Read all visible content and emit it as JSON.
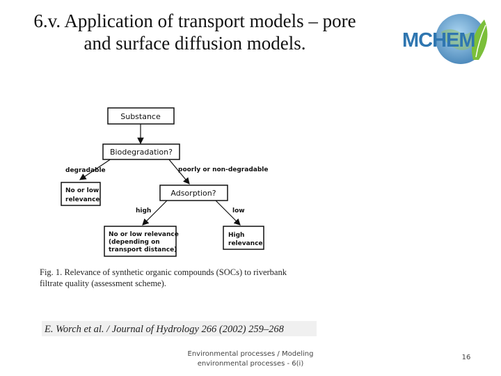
{
  "slide": {
    "title": "6.v. Application of transport models – pore and surface diffusion models.",
    "logo_text": "MCHEM",
    "footer": "Environmental processes / Modeling environmental processes - 6(i)",
    "page_number": "16"
  },
  "figure": {
    "nodes": {
      "substance": "Substance",
      "biodegradation": "Biodegradation?",
      "no_low_relevance_1": [
        "No or low",
        "relevance"
      ],
      "adsorption": "Adsorption?",
      "no_low_relevance_2": [
        "No or low relevance",
        "(depending on",
        "transport distance)"
      ],
      "high_relevance": [
        "High",
        "relevance"
      ]
    },
    "edge_labels": {
      "degradable": "degradable",
      "poorly": "poorly or non-degradable",
      "high": "high",
      "low": "low"
    },
    "caption": "Fig. 1. Relevance of synthetic organic compounds (SOCs) to riverbank filtrate quality (assessment scheme).",
    "citation": "E. Worch et al. / Journal of Hydrology 266 (2002) 259–268"
  },
  "colors": {
    "logo_blue": "#2f76b0",
    "logo_green": "#7bbf3a"
  }
}
